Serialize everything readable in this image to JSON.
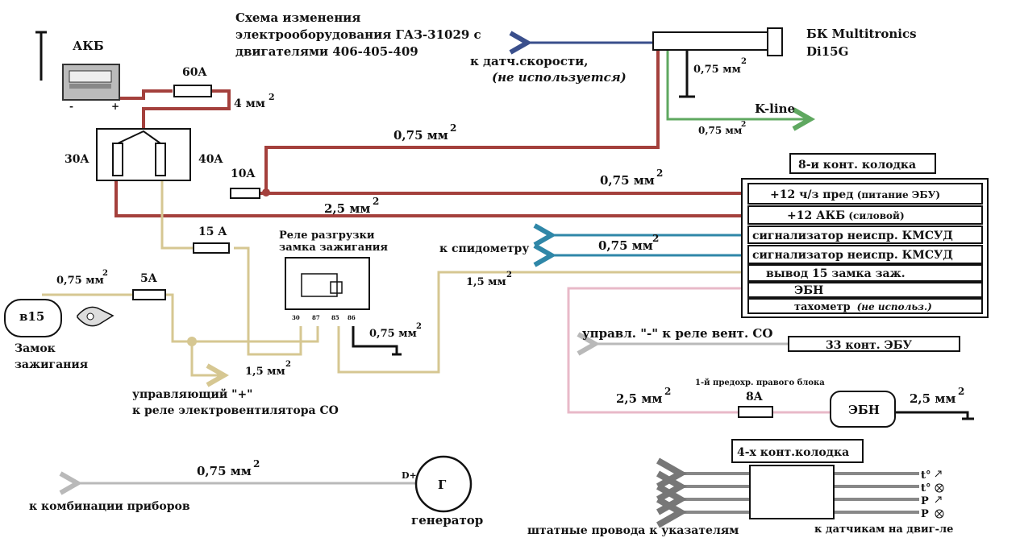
{
  "title": {
    "line1": "Схема изменения",
    "line2": "электрооборудования ГАЗ-31029 с",
    "line3": "двигателями 406-405-409"
  },
  "battery": {
    "label": "АКБ",
    "minus": "-",
    "plus": "+"
  },
  "fuses": {
    "main": "60A",
    "f30": "30A",
    "f40": "40A",
    "f10": "10A",
    "f15": "15 A",
    "f5": "5A",
    "f8": "8A",
    "f8_caption": "1-й предохр. правого блока"
  },
  "wires": {
    "w4": "4 мм",
    "w075_a": "0,75 мм",
    "w075_b": "0,75 мм",
    "w075_c": "0,75 мм",
    "w075_d": "0,75 мм",
    "w075_e": "0,75 мм",
    "w075_f": "0,75 мм",
    "w075_g": "0,75 мм",
    "w075_h": "0,75 мм",
    "w25_a": "2,5 мм",
    "w25_b": "2,5 мм",
    "w25_c": "2,5 мм",
    "w15_a": "1,5 мм",
    "w15_b": "1,5 мм",
    "sup": "2"
  },
  "computer": {
    "label1": "БК Multitronics",
    "label2": "Di15G",
    "speed1": "к датч.скорости,",
    "speed2": "(не используется)",
    "kline": "K-line"
  },
  "connector8": {
    "title": "8-и конт. колодка",
    "rows": [
      {
        "main": "+12 ч/з пред",
        "note": " (питание ЭБУ)"
      },
      {
        "main": "+12 АКБ",
        "note": "  (силовой)"
      },
      {
        "main": "сигнализатор неиспр. КМСУД",
        "note": ""
      },
      {
        "main": "сигнализатор неиспр. КМСУД",
        "note": ""
      },
      {
        "main": "вывод 15 замка заж.",
        "note": ""
      },
      {
        "main": "ЭБН",
        "note": ""
      },
      {
        "main": "тахометр",
        "note": "(не использ.)"
      }
    ]
  },
  "relay": {
    "title1": "Реле разгрузки",
    "title2": "замка зажигания",
    "pins": [
      "30",
      "87",
      "85",
      "86"
    ]
  },
  "labels": {
    "speedometer": "к спидометру",
    "ignition_pin": "в15",
    "ignition1": "Замок",
    "ignition2": "зажигания",
    "fan_ctrl1": "управляющий  \"+\"",
    "fan_ctrl2": "к реле электровентилятора СО",
    "co_relay": "управл. \"-\" к реле вент. СО",
    "ecu33": "33 конт. ЭБУ",
    "ebn": "ЭБН",
    "generator": "Г",
    "generator_pin": "D+",
    "generator_label": "генератор",
    "instruments": "к комбинации приборов"
  },
  "connector4": {
    "title": "4-х конт.колодка",
    "left": "штатные провода к указателям",
    "right": "к датчикам на двиг-ле",
    "sensors": [
      "t°",
      "t°",
      "P",
      "P"
    ]
  },
  "colors": {
    "power": "#a4403c",
    "ignition": "#d6c792",
    "blue": "#2f87a8",
    "navy": "#3a4f8c",
    "green": "#5fa860",
    "pink": "#e8b9c8",
    "gray": "#b9b9b9",
    "yellow": "#e3cf6c"
  }
}
